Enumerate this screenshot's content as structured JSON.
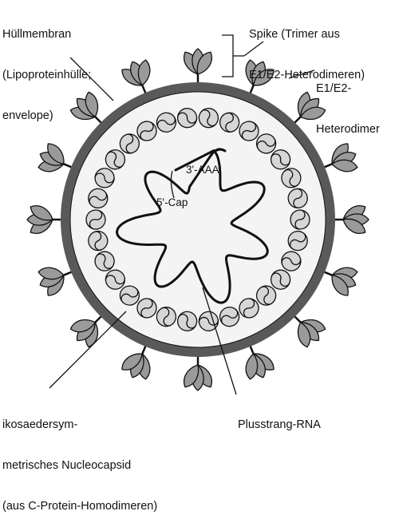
{
  "labels": {
    "envelope": [
      "Hüllmembran",
      "(Lipoproteinhülle;",
      "envelope)"
    ],
    "spike": [
      "Spike (Trimer aus",
      "E1/E2-Heterodimeren)"
    ],
    "heterodimer": [
      "E1/E2-",
      "Heterodimer"
    ],
    "nucleocapsid": [
      "ikosaedersym-",
      "metrisches Nucleocapsid",
      "(aus C-Protein-Homodimeren)"
    ],
    "rna": [
      "Plusstrang-RNA"
    ],
    "three_prime": "3'-AAA",
    "five_prime": "5'-Cap"
  },
  "structure": {
    "spike_count": 16,
    "capsomer_count": 30
  },
  "colors": {
    "membrane": "#595959",
    "interior": "#f4f4f4",
    "spike_fill": "#9a9a9a",
    "capsomer_fill": "#d6d6d6",
    "line": "#111111"
  }
}
